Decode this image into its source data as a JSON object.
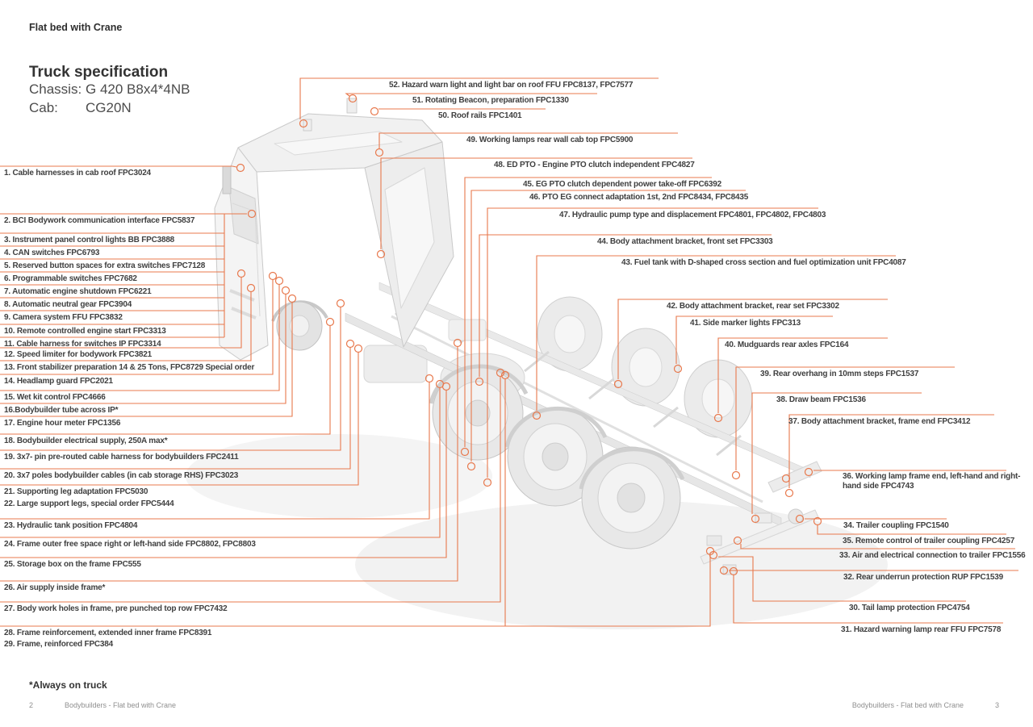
{
  "header": {
    "doc_label": "Flat bed with Crane",
    "title": "Truck specification",
    "chassis_label": "Chassis:",
    "chassis_value": "G 420 B8x4*4NB",
    "cab_label": "Cab:",
    "cab_value": "CG20N"
  },
  "callouts": {
    "1": "1. Cable harnesses in cab roof FPC3024",
    "2": "2. BCI Bodywork communication interface FPC5837",
    "3": "3. Instrument panel control lights BB FPC3888",
    "4": "4. CAN switches FPC6793",
    "5": "5. Reserved button spaces for extra switches FPC7128",
    "6": "6. Programmable switches FPC7682",
    "7": "7. Automatic engine shutdown FPC6221",
    "8": "8. Automatic neutral gear FPC3904",
    "9": "9. Camera system FFU FPC3832",
    "10": "10. Remote controlled engine start FPC3313",
    "11": "11. Cable harness for switches IP FPC3314",
    "12": "12. Speed limiter for bodywork FPC3821",
    "13": "13. Front stabilizer preparation 14 & 25 Tons, FPC8729  Special order",
    "14": "14. Headlamp guard FPC2021",
    "15": "15. Wet kit control FPC4666",
    "16": "16.Bodybuilder tube across IP*",
    "17": "17. Engine hour meter FPC1356",
    "18": "18. Bodybuilder electrical supply, 250A max*",
    "19": "19. 3x7- pin pre-routed cable harness for bodybuilders FPC2411",
    "20": "20. 3x7 poles bodybuilder cables (in cab storage RHS) FPC3023",
    "21": "21. Supporting leg adaptation FPC5030",
    "22": "22. Large support legs, special order FPC5444",
    "23": "23. Hydraulic tank position FPC4804",
    "24": "24. Frame outer free space right or left-hand side FPC8802, FPC8803",
    "25": "25. Storage box on the frame FPC555",
    "26": "26. Air supply inside frame*",
    "27": "27. Body work holes in frame, pre punched top row FPC7432",
    "28": "28. Frame reinforcement, extended inner frame FPC8391",
    "29": "29. Frame, reinforced FPC384",
    "30": "30. Tail lamp protection FPC4754",
    "31": "31. Hazard warning lamp rear FFU FPC7578",
    "32": "32. Rear underrun protection RUP FPC1539",
    "33": "33. Air and electrical connection to trailer FPC1556",
    "34": "34. Trailer coupling FPC1540",
    "35": "35. Remote control of trailer coupling FPC4257",
    "36": "36. Working lamp frame end, left-hand and right-hand side FPC4743",
    "37": "37. Body attachment bracket, frame end FPC3412",
    "38": "38. Draw beam FPC1536",
    "39": "39. Rear overhang in 10mm steps FPC1537",
    "40": "40. Mudguards rear axles FPC164",
    "41": "41. Side marker lights FPC313",
    "42": "42. Body attachment bracket, rear set FPC3302",
    "43": "43. Fuel tank with D-shaped cross section and fuel optimization unit FPC4087",
    "44": "44. Body attachment bracket, front set FPC3303",
    "45": "45. EG PTO clutch dependent power take-off FPC6392",
    "46": "46. PTO EG connect adaptation 1st, 2nd  FPC8434, FPC8435",
    "47": "47. Hydraulic pump type and displacement  FPC4801, FPC4802, FPC4803",
    "48": "48. ED PTO - Engine PTO clutch independent FPC4827",
    "49": "49. Working lamps rear wall cab top FPC5900",
    "50": "50. Roof rails FPC1401",
    "51": "51. Rotating Beacon, preparation FPC1330",
    "52": "52. Hazard warn light and light bar on roof FFU FPC8137, FPC7577"
  },
  "footnote": "*Always on truck",
  "footer": {
    "left_page": "2",
    "left_text": "Bodybuilders - Flat bed with Crane",
    "right_text": "Bodybuilders - Flat bed with Crane",
    "right_page": "3"
  },
  "colors": {
    "accent": "#E8784C",
    "text": "#3F3F3F",
    "muted": "#8F8F8F"
  }
}
